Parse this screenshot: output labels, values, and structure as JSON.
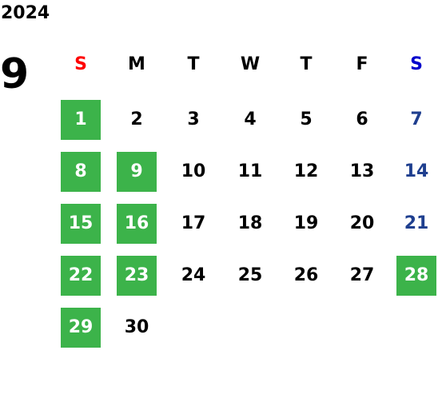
{
  "calendar": {
    "year": "2024",
    "month": "9",
    "weekdays": [
      "S",
      "M",
      "T",
      "W",
      "T",
      "F",
      "S"
    ],
    "first_weekday_index": 0,
    "days": [
      {
        "label": "1",
        "highlight": true
      },
      {
        "label": "2",
        "highlight": false
      },
      {
        "label": "3",
        "highlight": false
      },
      {
        "label": "4",
        "highlight": false
      },
      {
        "label": "5",
        "highlight": false
      },
      {
        "label": "6",
        "highlight": false
      },
      {
        "label": "7",
        "highlight": false
      },
      {
        "label": "8",
        "highlight": true
      },
      {
        "label": "9",
        "highlight": true
      },
      {
        "label": "10",
        "highlight": false
      },
      {
        "label": "11",
        "highlight": false
      },
      {
        "label": "12",
        "highlight": false
      },
      {
        "label": "13",
        "highlight": false
      },
      {
        "label": "14",
        "highlight": false
      },
      {
        "label": "15",
        "highlight": true
      },
      {
        "label": "16",
        "highlight": true
      },
      {
        "label": "17",
        "highlight": false
      },
      {
        "label": "18",
        "highlight": false
      },
      {
        "label": "19",
        "highlight": false
      },
      {
        "label": "20",
        "highlight": false
      },
      {
        "label": "21",
        "highlight": false
      },
      {
        "label": "22",
        "highlight": true
      },
      {
        "label": "23",
        "highlight": true
      },
      {
        "label": "24",
        "highlight": false
      },
      {
        "label": "25",
        "highlight": false
      },
      {
        "label": "26",
        "highlight": false
      },
      {
        "label": "27",
        "highlight": false
      },
      {
        "label": "28",
        "highlight": true
      },
      {
        "label": "29",
        "highlight": true
      },
      {
        "label": "30",
        "highlight": false
      }
    ]
  },
  "colors": {
    "highlight_bg": "#3cb34a",
    "highlight_text": "#ffffff",
    "default_text": "#000000",
    "sunday_header": "#ff0000",
    "saturday_header": "#0000cc",
    "saturday_day": "#1f3f8f"
  }
}
